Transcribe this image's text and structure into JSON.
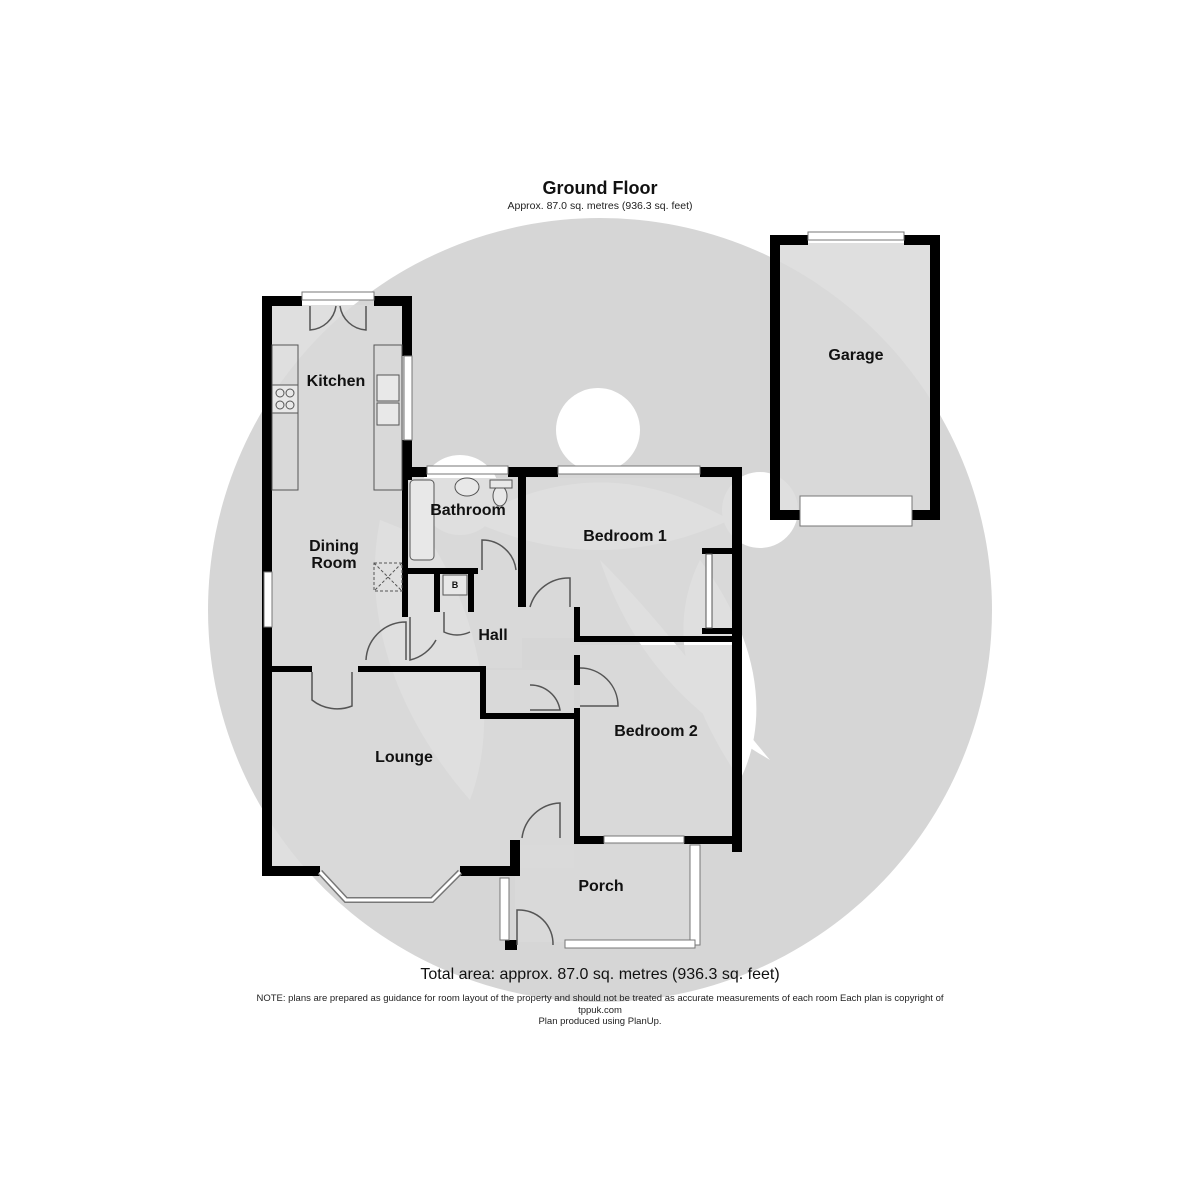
{
  "header": {
    "title": "Ground Floor",
    "subtitle": "Approx. 87.0 sq. metres (936.3 sq. feet)"
  },
  "rooms": {
    "kitchen": "Kitchen",
    "dining_room_line1": "Dining",
    "dining_room_line2": "Room",
    "bathroom": "Bathroom",
    "bedroom1": "Bedroom 1",
    "hall": "Hall",
    "bedroom2": "Bedroom 2",
    "lounge": "Lounge",
    "porch": "Porch",
    "garage": "Garage",
    "boiler": "B"
  },
  "footer": {
    "total_area": "Total area: approx. 87.0 sq. metres (936.3 sq. feet)",
    "note_line1": "NOTE: plans are prepared as guidance for room layout of the property and should not be treated as accurate measurements of each room Each plan is copyright of",
    "note_line2": "tppuk.com",
    "note_line3": "Plan produced using PlanUp."
  },
  "colors": {
    "wall": "#000000",
    "floor": "#d9d9d9",
    "watermark": "#d6d6d6",
    "background": "#ffffff"
  }
}
